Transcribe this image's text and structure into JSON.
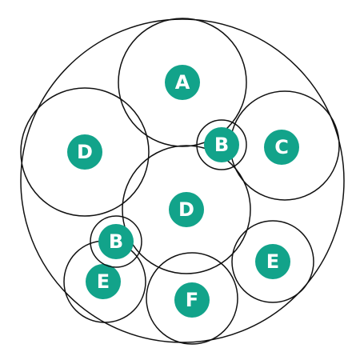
{
  "diagram": {
    "colors": {
      "ring_stroke": "#111111",
      "badge_fill": "#12a38a",
      "badge_text": "#ffffff",
      "background": "#ffffff"
    },
    "labels": [
      "A",
      "B",
      "C",
      "D",
      "D",
      "B",
      "E",
      "E",
      "F"
    ]
  }
}
